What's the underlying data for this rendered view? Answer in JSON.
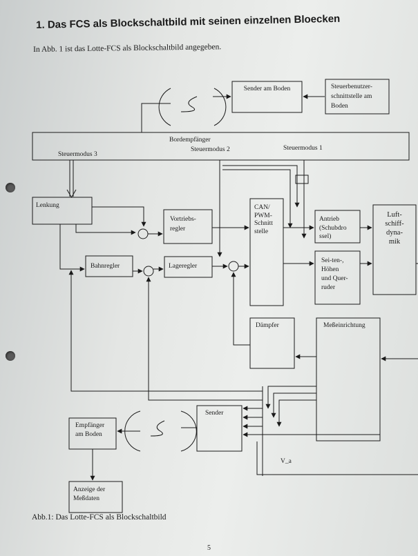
{
  "heading": "1. Das FCS als Blockschaltbild mit seinen einzelnen Bloecken",
  "intro": "In Abb. 1 ist das Lotte-FCS als Blockschaltbild angegeben.",
  "diagram": {
    "sender_boden": "Sender am Boden",
    "steuerbenutzer": [
      "Steuerbenutzer-",
      "schnittstelle am",
      "Boden"
    ],
    "bordempfaenger": "Bordempfänger",
    "steuermodus_3": "Steuermodus 3",
    "steuermodus_2": "Steuermodus 2",
    "steuermodus_1": "Steuermodus 1",
    "lenkung": "Lenkung",
    "vortriebsregler": [
      "Vortriebs-",
      "regler"
    ],
    "can_pwm": [
      "CAN/",
      "PWM-",
      "Schnitt",
      "stelle"
    ],
    "antrieb": [
      "Antrieb",
      "(Schubdro",
      "ssel)"
    ],
    "luftschiff": [
      "Luft-",
      "schiff-",
      "dyna-",
      "mik"
    ],
    "bahnregler": "Bahnregler",
    "lageregler": "Lageregler",
    "ruder": [
      "Sei-ten-,",
      "Höhen",
      "und Quer-",
      "ruder"
    ],
    "daempfer": "Dämpfer",
    "messeinrichtung": "Meßeinrichtung",
    "empfaenger_boden": [
      "Empfänger",
      "am Boden"
    ],
    "sender": "Sender",
    "anzeige": [
      "Anzeige der",
      "Meßdaten"
    ],
    "v_a": "V_a"
  },
  "caption": "Abb.1: Das Lotte-FCS als Blockschaltbild",
  "page_number": "5"
}
